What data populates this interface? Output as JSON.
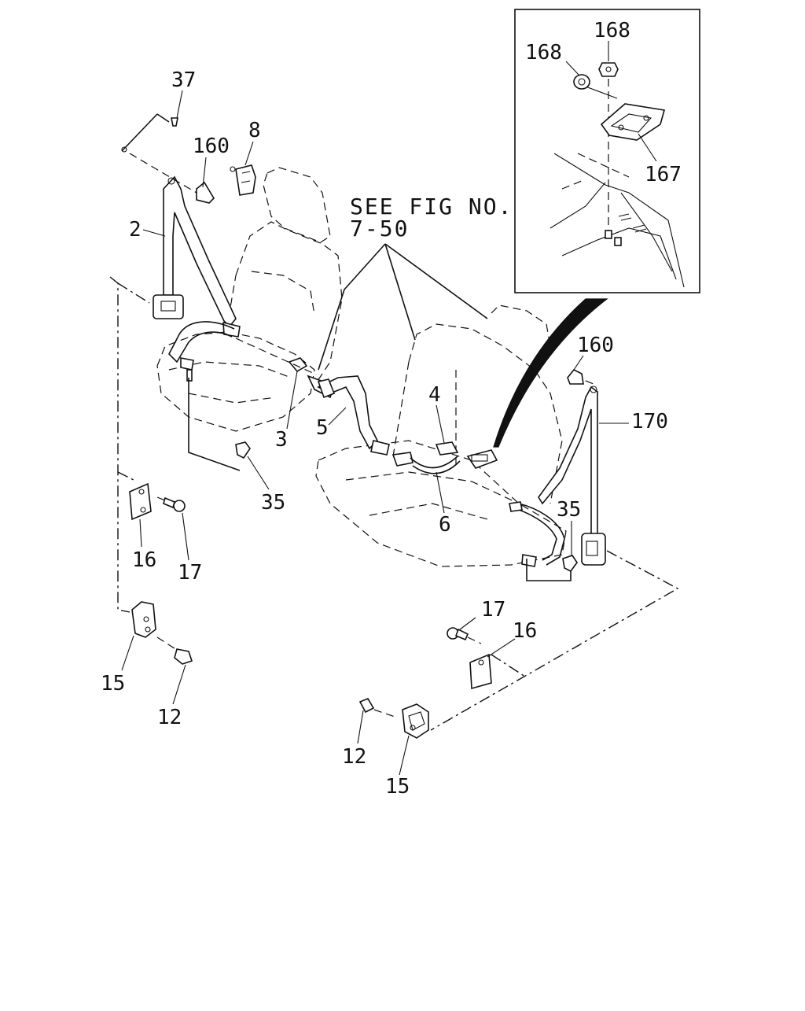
{
  "diagram": {
    "reference_note": {
      "line1": "SEE FIG NO.",
      "line2": "7-50"
    },
    "callouts": [
      {
        "id": "c37",
        "text": "37"
      },
      {
        "id": "c160a",
        "text": "160"
      },
      {
        "id": "c8",
        "text": "8"
      },
      {
        "id": "c2",
        "text": "2"
      },
      {
        "id": "c3",
        "text": "3"
      },
      {
        "id": "c5",
        "text": "5"
      },
      {
        "id": "c4",
        "text": "4"
      },
      {
        "id": "c6",
        "text": "6"
      },
      {
        "id": "c35a",
        "text": "35"
      },
      {
        "id": "c16a",
        "text": "16"
      },
      {
        "id": "c17a",
        "text": "17"
      },
      {
        "id": "c15a",
        "text": "15"
      },
      {
        "id": "c12a",
        "text": "12"
      },
      {
        "id": "c160b",
        "text": "160"
      },
      {
        "id": "c170",
        "text": "170"
      },
      {
        "id": "c35b",
        "text": "35"
      },
      {
        "id": "c17b",
        "text": "17"
      },
      {
        "id": "c16b",
        "text": "16"
      },
      {
        "id": "c12b",
        "text": "12"
      },
      {
        "id": "c15b",
        "text": "15"
      },
      {
        "id": "c168a",
        "text": "168"
      },
      {
        "id": "c168b",
        "text": "168"
      },
      {
        "id": "c167",
        "text": "167"
      }
    ]
  }
}
